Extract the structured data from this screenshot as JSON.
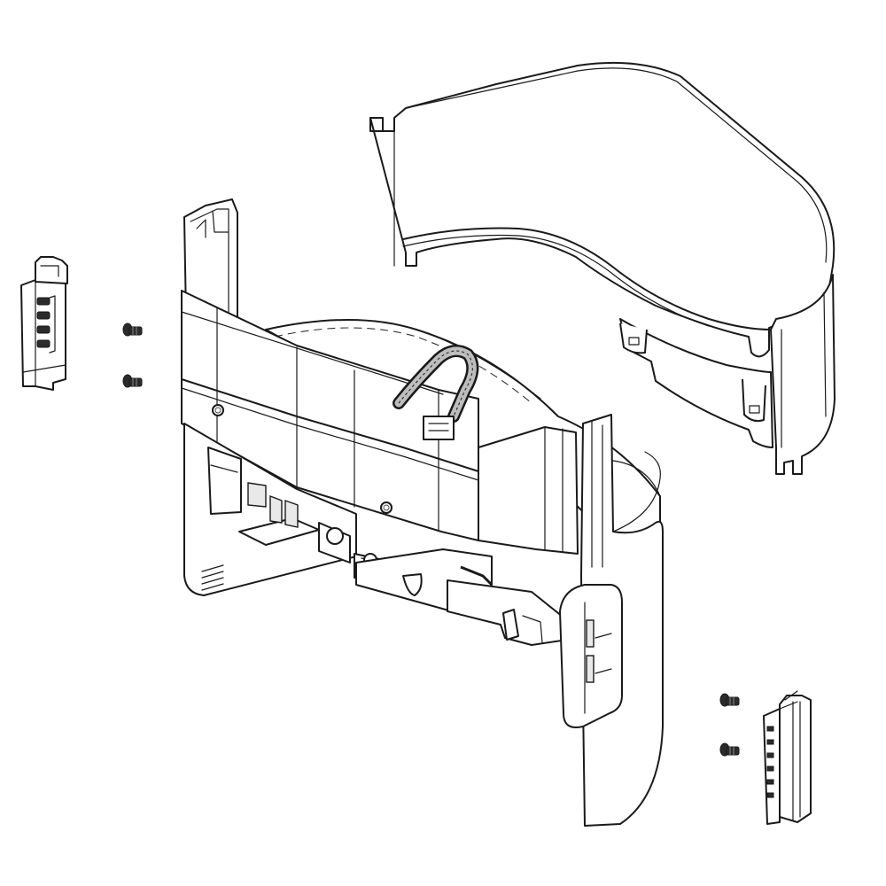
{
  "diagram": {
    "type": "exploded-parts-view",
    "background": "#ffffff",
    "line_color": "#1a1a1a",
    "parts": [
      "upper-curved-cover",
      "main-housing-assembly",
      "left-bracket",
      "left-screws",
      "right-bracket",
      "right-screws"
    ]
  }
}
